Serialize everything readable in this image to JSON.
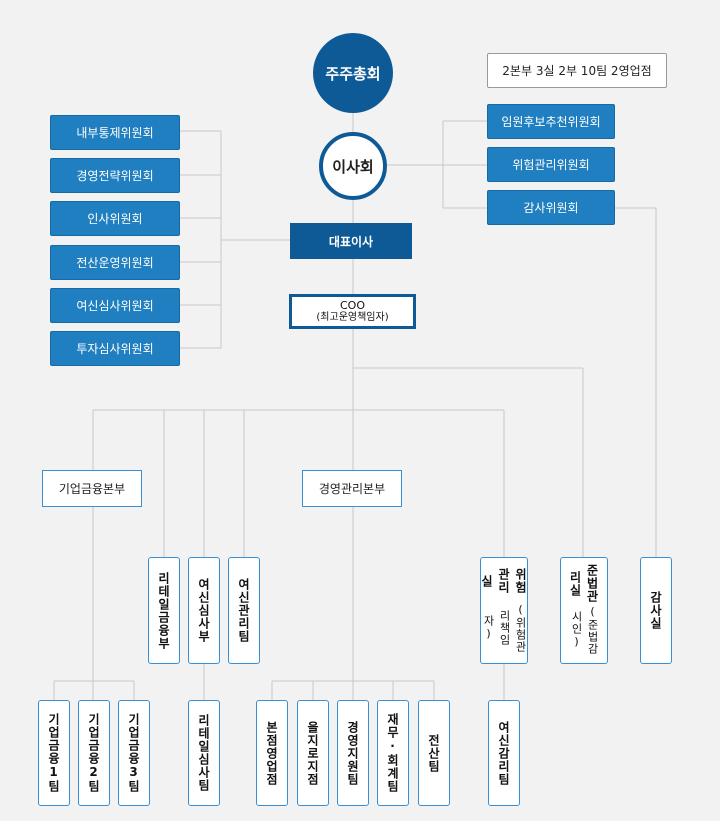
{
  "org": {
    "shareholders": "주주총회",
    "board": "이사회",
    "status": "2본부 3실 2부 10팀 2영업점",
    "left_committees": [
      "내부통제위원회",
      "경영전략위원회",
      "인사위원회",
      "전산운영위원회",
      "여신심사위원회",
      "투자심사위원회"
    ],
    "right_committees": [
      "임원후보추천위원회",
      "위험관리위원회",
      "감사위원회"
    ],
    "ceo": "대표이사",
    "coo": {
      "title": "COO",
      "subtitle": "(최고운영책임자)"
    },
    "divisions": {
      "corporate_finance": "기업금융본부",
      "management": "경영관리본부"
    },
    "departments": {
      "retail_finance": "리테일금융부",
      "credit_review": "여신심사부",
      "credit_management": "여신관리팀",
      "risk_office": {
        "name": "위험관리실",
        "note": "(위험관리책임자)"
      },
      "compliance_office": {
        "name": "준법관리실",
        "note": "(준법감시인)"
      },
      "audit_office": "감사실"
    },
    "teams": {
      "corp1": "기업금융1팀",
      "corp2": "기업금융2팀",
      "corp3": "기업금융3팀",
      "retail_review": "리테일심사팀",
      "head_branch": "본점영업점",
      "euljiro_branch": "을지로지점",
      "mgmt_support": "경영지원팀",
      "finance_accounting": "재무·회계팀",
      "it": "전산팀",
      "credit_audit": "여신감리팀"
    }
  }
}
